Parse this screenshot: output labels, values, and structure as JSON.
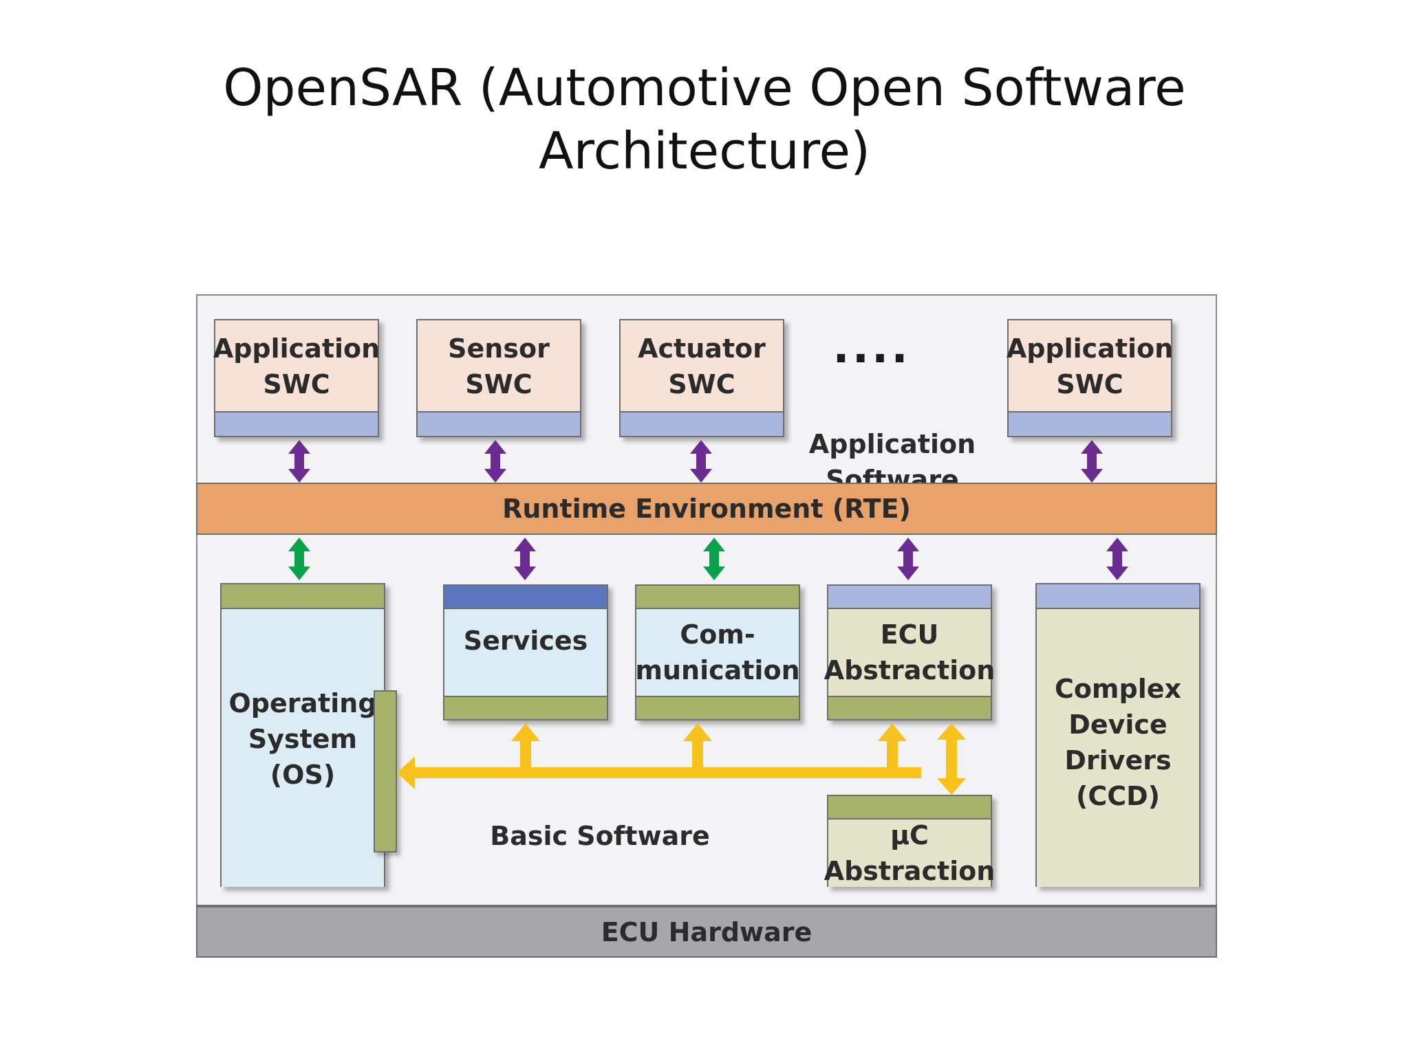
{
  "title": "OpenSAR (Automotive Open Software\nArchitecture)",
  "layers": {
    "application_software": "Application Software",
    "rte": "Runtime Environment (RTE)",
    "basic_software": "Basic Software",
    "ecu_hardware": "ECU Hardware"
  },
  "swc_components": [
    "Application\nSWC",
    "Sensor\nSWC",
    "Actuator\nSWC",
    "Application\nSWC"
  ],
  "ellipsis": "....",
  "bsw_modules": {
    "os": "Operating\nSystem\n(OS)",
    "services": "Services",
    "communication": "Com-\nmunication",
    "ecu_abstraction": "ECU\nAbstraction",
    "ccd": "Complex\nDevice\nDrivers\n(CCD)",
    "uc_abstraction": "µC\nAbstraction"
  },
  "colors": {
    "swc_fill": "#f6e2d6",
    "interface_blue": "#a9b6dd",
    "interface_dark_blue": "#5c77bd",
    "interface_green": "#a7b26a",
    "rte": "#e9a26a",
    "hardware": "#a7a7ab",
    "arrow_purple": "#6b2c91",
    "arrow_green": "#0aa14b",
    "arrow_yellow": "#f8c21d"
  }
}
